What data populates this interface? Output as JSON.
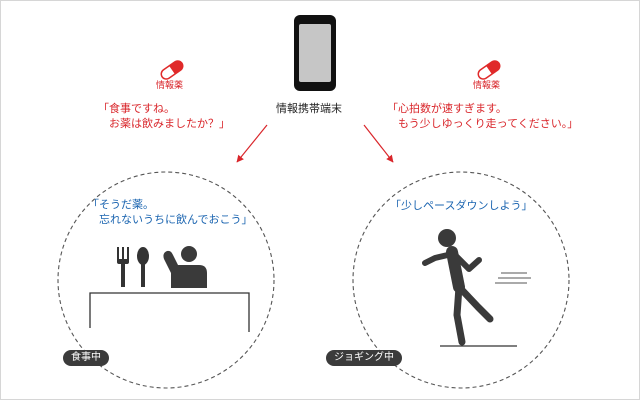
{
  "device": {
    "label": "情報携帯端末"
  },
  "left_message": {
    "tag": "情報薬",
    "lines": [
      "「食事ですね。",
      "　お薬は飲みましたか？」"
    ]
  },
  "right_message": {
    "tag": "情報薬",
    "lines": [
      "「心拍数が速すぎます。",
      "　もう少しゆっくり走ってください。」"
    ]
  },
  "left_scene": {
    "speech_lines": [
      "「そうだ薬。",
      "　忘れないうちに飲んでおこう」"
    ],
    "badge": "食事中"
  },
  "right_scene": {
    "speech_lines": [
      "「少しペースダウンしよう」"
    ],
    "badge": "ジョギング中"
  },
  "colors": {
    "alert": "#d9262b",
    "user_speech": "#1a64b0",
    "pill": "#e02a2a",
    "badge_bg": "#3b3b3b",
    "figure": "#3a3a3a"
  },
  "icons": {
    "device": "smartphone-icon",
    "pill": "pill-icon",
    "meal": "fork-spoon-icon",
    "person": "person-icon",
    "runner": "runner-icon"
  }
}
